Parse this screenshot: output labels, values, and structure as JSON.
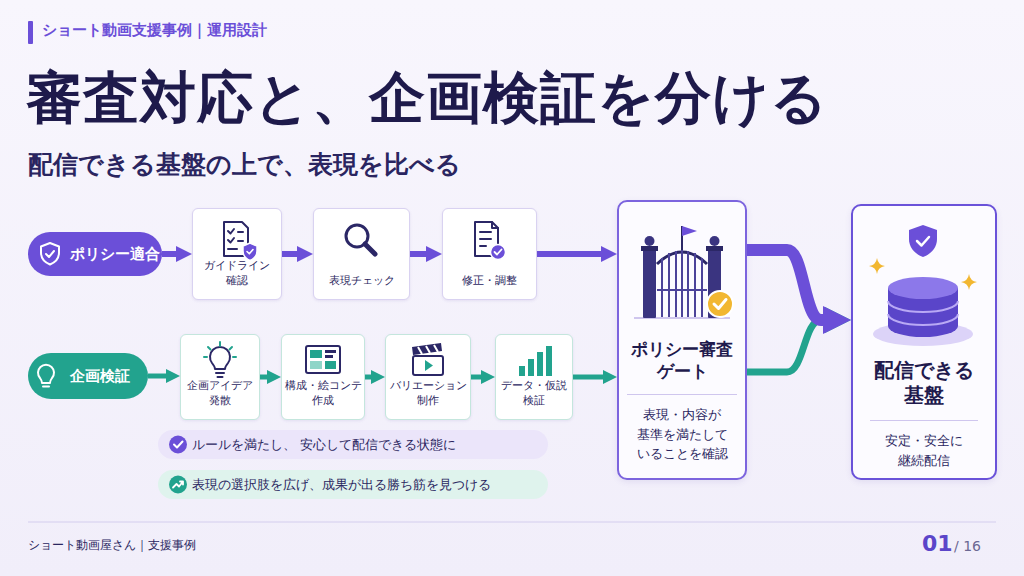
{
  "diagram": {
    "title": "審査対応と、企画検証を分ける",
    "nodes": [
      {
        "text": [
          "ポリシー適合"
        ]
      },
      {
        "text": [
          "ガイドライン 確認"
        ]
      },
      {
        "text": [
          "表現チェック"
        ]
      },
      {
        "text": [
          "修正・調整"
        ]
      },
      {
        "text": [
          "企画検証"
        ]
      },
      {
        "text": [
          "企画アイデア 発散"
        ]
      },
      {
        "text": [
          "構成・絵コンテ 作成"
        ]
      },
      {
        "text": [
          "バリエーション 制作"
        ]
      },
      {
        "text": [
          "データ・仮説 検証"
        ]
      },
      {
        "text": [
          "ルールを満たし、 安心して配信できる状態に"
        ]
      },
      {
        "text": [
          "表現の選択肢を広げ、成果が出る勝ち筋を見つける"
        ]
      },
      {
        "text": [
          "ポリシー審査 ゲート",
          "表現・内容が 基準を満たして いることを確認"
        ]
      },
      {
        "text": [
          "配信できる 基盤",
          "安定・安全に 継続配信"
        ]
      }
    ],
    "edges": [
      {
        "from": 0,
        "to": 1,
        "arrow": "to"
      },
      {
        "from": 1,
        "to": 2,
        "arrow": "to"
      },
      {
        "from": 2,
        "to": 3,
        "arrow": "to"
      },
      {
        "from": 3,
        "to": 11,
        "arrow": "to"
      },
      {
        "from": 4,
        "to": 5,
        "arrow": "to"
      },
      {
        "from": 5,
        "to": 6,
        "arrow": "to"
      },
      {
        "from": 6,
        "to": 7,
        "arrow": "to"
      },
      {
        "from": 7,
        "to": 8,
        "arrow": "to"
      },
      {
        "from": 8,
        "to": 11,
        "arrow": "to"
      },
      {
        "from": 11,
        "to": 12,
        "arrow": "to"
      },
      {
        "from": 11,
        "to": 12,
        "arrow": "to"
      }
    ],
    "labels": [
      "ショート動画支援事例｜運用設計",
      "配信できる基盤の上で、表現を比べる",
      "ショート動画屋さん｜支援事例",
      "01",
      "/ 16"
    ]
  }
}
